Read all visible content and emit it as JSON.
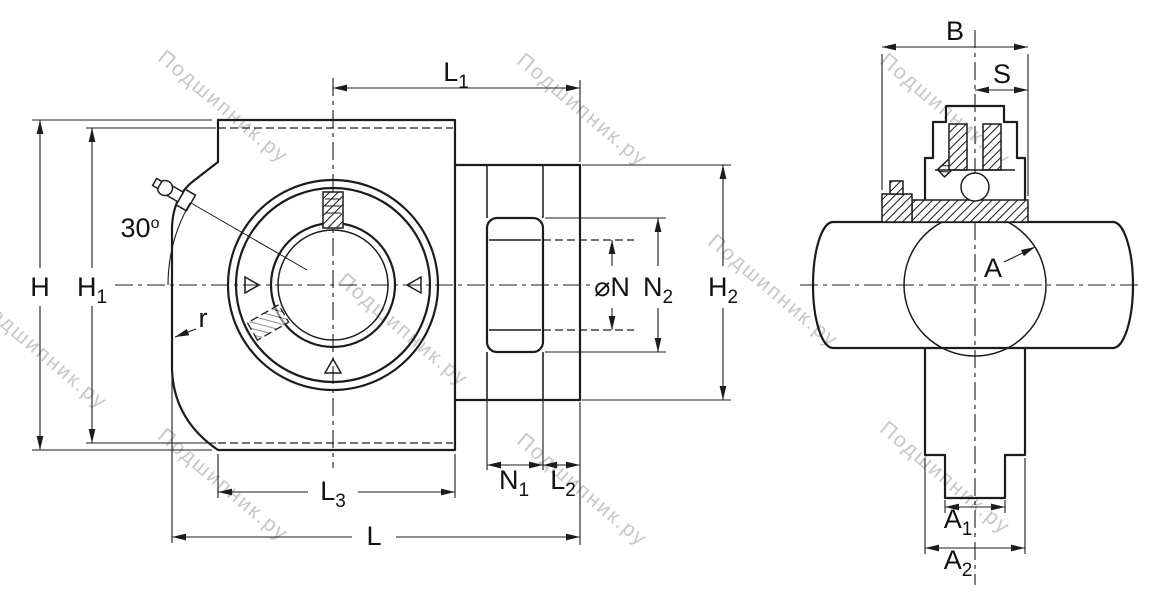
{
  "watermark": {
    "text": "Подшипник.ру"
  },
  "front_view": {
    "dim_L1": {
      "t": "L",
      "s": "1"
    },
    "dim_H": {
      "t": "H",
      "s": ""
    },
    "dim_H1": {
      "t": "H",
      "s": "1"
    },
    "angle": {
      "t": "30",
      "sup": "o"
    },
    "dim_r": {
      "t": "r",
      "s": ""
    },
    "dim_phiN": {
      "t": "⌀N",
      "s": ""
    },
    "dim_N2": {
      "t": "N",
      "s": "2"
    },
    "dim_H2": {
      "t": "H",
      "s": "2"
    },
    "dim_N1": {
      "t": "N",
      "s": "1"
    },
    "dim_L2": {
      "t": "L",
      "s": "2"
    },
    "dim_L3": {
      "t": "L",
      "s": "3"
    },
    "dim_L": {
      "t": "L",
      "s": ""
    }
  },
  "side_view": {
    "dim_B": {
      "t": "B",
      "s": ""
    },
    "dim_S": {
      "t": "S",
      "s": ""
    },
    "dim_A": {
      "t": "A",
      "s": ""
    },
    "dim_A1": {
      "t": "A",
      "s": "1"
    },
    "dim_A2": {
      "t": "A",
      "s": "2"
    }
  },
  "colors": {
    "line": "#1c1c1c",
    "text": "#111111",
    "watermark": "#c8c8c8",
    "background": "#ffffff"
  }
}
